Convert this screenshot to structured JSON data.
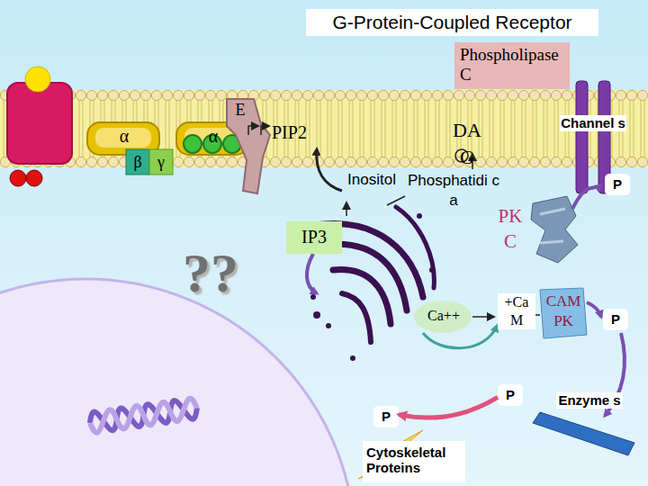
{
  "diagram": {
    "title": "G-Protein-Coupled Receptor",
    "nodes": [
      {
        "text": [
          "Phospholipase C"
        ]
      },
      {
        "text": [
          "IP3"
        ]
      },
      {
        "text": [
          "P"
        ]
      },
      {
        "text": [
          "P"
        ]
      },
      {
        "text": [
          "P"
        ]
      },
      {
        "text": [
          "P"
        ]
      },
      {
        "text": [
          "Cytoskeletal Proteins"
        ]
      }
    ],
    "edges": [
      {
        "from": 4,
        "to": 5,
        "arrow": "to"
      }
    ],
    "labels": [
      "α",
      "α",
      "E",
      "PIP2",
      "DA G",
      "Channel s",
      "β",
      "γ",
      "Inositol",
      "Phosphatidi c a",
      "PK C",
      "??",
      "Ca++",
      "+Ca M",
      "CAM PK",
      "Enzyme s"
    ]
  }
}
